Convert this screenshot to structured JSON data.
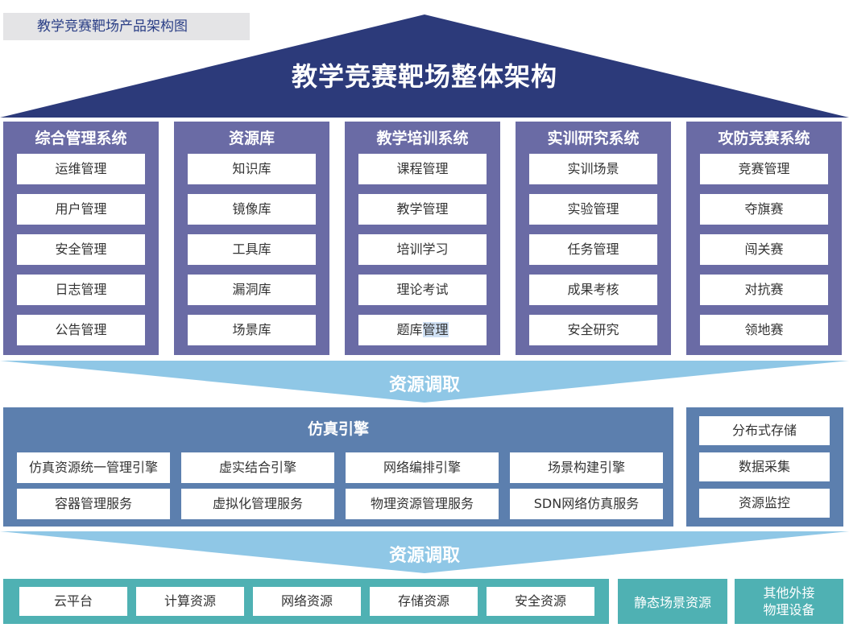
{
  "tag": "教学竞赛靶场产品架构图",
  "roof_title": "教学竞赛靶场整体架构",
  "colors": {
    "roof": "#2c3a7a",
    "column": "#6a6ba5",
    "arrow": "#8fc7e6",
    "engine": "#5c7fae",
    "base": "#4fb1b3"
  },
  "columns": [
    {
      "title": "综合管理系统",
      "items": [
        "运维管理",
        "用户管理",
        "安全管理",
        "日志管理",
        "公告管理"
      ]
    },
    {
      "title": "资源库",
      "items": [
        "知识库",
        "镜像库",
        "工具库",
        "漏洞库",
        "场景库"
      ]
    },
    {
      "title": "教学培训系统",
      "items": [
        "课程管理",
        "教学管理",
        "培训学习",
        "理论考试",
        "题库",
        "管理"
      ]
    },
    {
      "title": "实训研究系统",
      "items": [
        "实训场景",
        "实验管理",
        "任务管理",
        "成果考核",
        "安全研究"
      ]
    },
    {
      "title": "攻防竞赛系统",
      "items": [
        "竞赛管理",
        "夺旗赛",
        "闯关赛",
        "对抗赛",
        "领地赛"
      ]
    }
  ],
  "band1_label": "资源调取",
  "engine": {
    "title": "仿真引擎",
    "row1": [
      "仿真资源统一管理引擎",
      "虚实结合引擎",
      "网络编排引擎",
      "场景构建引擎"
    ],
    "row2": [
      "容器管理服务",
      "虚拟化管理服务",
      "物理资源管理服务",
      "SDN网络仿真服务"
    ]
  },
  "storage": [
    "分布式存储",
    "数据采集",
    "资源监控"
  ],
  "band2_label": "资源调取",
  "base": [
    "云平台",
    "计算资源",
    "网络资源",
    "存储资源",
    "安全资源"
  ],
  "static_scene": "静态场景资源",
  "external": [
    "其他外接",
    "物理设备"
  ]
}
